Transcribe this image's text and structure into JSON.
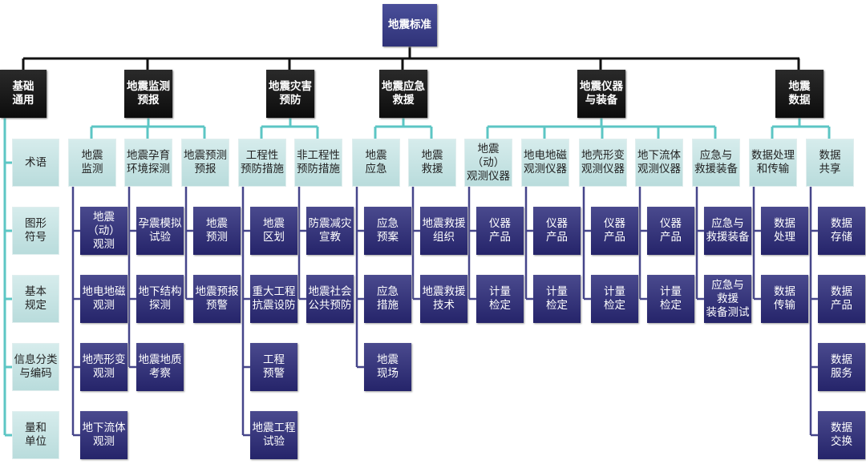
{
  "root": "地震标准",
  "colors": {
    "top_line": "#111111",
    "teal_line": "#5cc6c4",
    "purple_line": "#45458a"
  },
  "categories": [
    {
      "label": "基础\n通用",
      "children": [
        {
          "label": "术语"
        },
        {
          "label": "图形\n符号"
        },
        {
          "label": "基本\n规定"
        },
        {
          "label": "信息分类\n与编码"
        },
        {
          "label": "量和\n单位"
        }
      ]
    },
    {
      "label": "地震监测\n预报",
      "children": [
        {
          "label": "地震\n监测",
          "children": [
            "地震（动）\n观测",
            "地电地磁\n观测",
            "地壳形变\n观测",
            "地下流体\n观测"
          ]
        },
        {
          "label": "地震孕育\n环境探测",
          "children": [
            "孕震模拟\n试验",
            "地下结构\n探测",
            "地震地质\n考察"
          ]
        },
        {
          "label": "地震预测\n预报",
          "children": [
            "地震\n预测",
            "地震预报\n预警"
          ]
        }
      ]
    },
    {
      "label": "地震灾害\n预防",
      "children": [
        {
          "label": "工程性\n预防措施",
          "children": [
            "地震\n区划",
            "重大工程\n抗震设防",
            "工程\n预警",
            "地震工程\n试验"
          ]
        },
        {
          "label": "非工程性\n预防措施",
          "children": [
            "防震减灾\n宣教",
            "地震社会\n公共预防"
          ]
        }
      ]
    },
    {
      "label": "地震应急\n救援",
      "children": [
        {
          "label": "地震\n应急",
          "children": [
            "应急\n预案",
            "应急\n措施",
            "地震\n现场"
          ]
        },
        {
          "label": "地震\n救援",
          "children": [
            "地震救援\n组织",
            "地震救援\n技术"
          ]
        }
      ]
    },
    {
      "label": "地震仪器\n与装备",
      "children": [
        {
          "label": "地震（动）\n观测仪器",
          "children": [
            "仪器\n产品",
            "计量\n检定"
          ]
        },
        {
          "label": "地电地磁\n观测仪器",
          "children": [
            "仪器\n产品",
            "计量\n检定"
          ]
        },
        {
          "label": "地壳形变\n观测仪器",
          "children": [
            "仪器\n产品",
            "计量\n检定"
          ]
        },
        {
          "label": "地下流体\n观测仪器",
          "children": [
            "仪器\n产品",
            "计量\n检定"
          ]
        },
        {
          "label": "应急与\n救援装备",
          "children": [
            "应急与\n救援装备",
            "应急与\n救援\n装备测试"
          ]
        }
      ]
    },
    {
      "label": "地震\n数据",
      "children": [
        {
          "label": "数据处理\n和传输",
          "children": [
            "数据\n处理",
            "数据\n传输"
          ]
        },
        {
          "label": "数据\n共享",
          "children": [
            "数据\n存储",
            "数据\n产品",
            "数据\n服务",
            "数据\n交换"
          ]
        }
      ]
    }
  ]
}
